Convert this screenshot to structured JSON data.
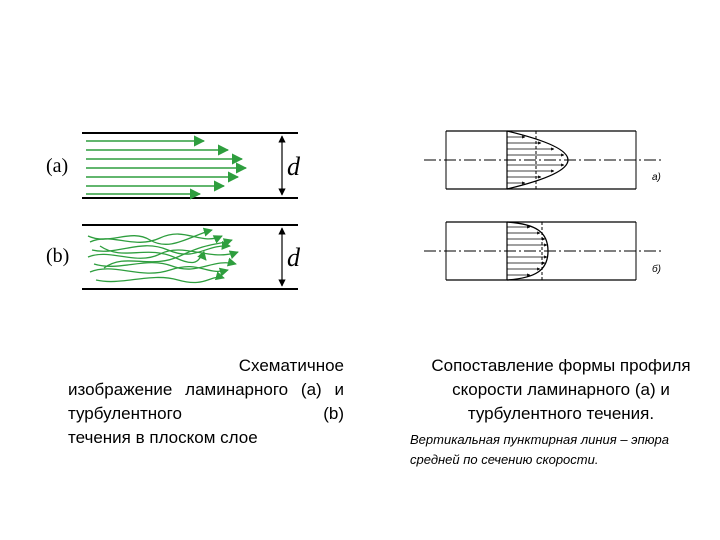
{
  "left_figure": {
    "panel_a_label": "(a)",
    "panel_b_label": "(b)",
    "dimension_label": "d",
    "arrow_color": "#2e9e3e"
  },
  "right_figure": {
    "panel_a_label": "а)",
    "panel_b_label": "б)"
  },
  "captions": {
    "left_line1": "Схематичное",
    "left_line2": "изображение ламинарного (a) и турбулентного (b)",
    "left_line3": "течения в плоском слое",
    "right_title": "Сопоставление формы профиля скорости ламинарного (а) и турбулентного течения.",
    "right_note": "Вертикальная пунктирная линия – эпюра средней по сечению скорости."
  }
}
